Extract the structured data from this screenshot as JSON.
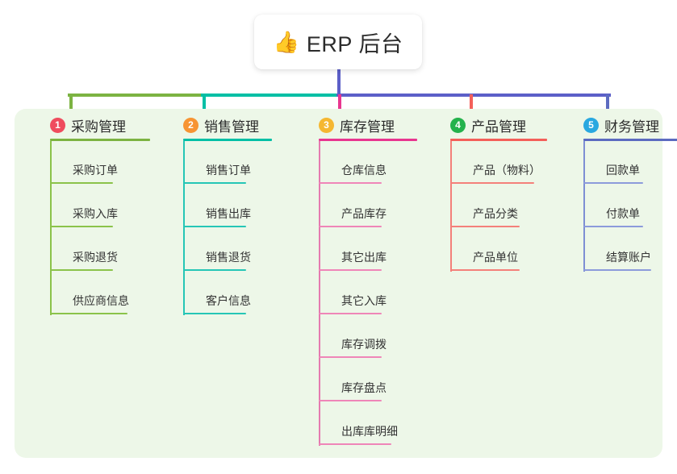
{
  "root": {
    "icon": "thumbs-up-icon",
    "icon_glyph": "👍",
    "title": "ERP 后台"
  },
  "palette": {
    "panel_bg": "#edf7e8",
    "page_bg": "#ffffff",
    "bus_green": "#7cb342",
    "bus_teal": "#00bfa5",
    "bus_blue": "#5c5fc8",
    "drop_green": "#7cb342",
    "drop_teal": "#00bfa5",
    "drop_pink": "#e8368f",
    "drop_red": "#f4605a",
    "drop_blue": "#5c6bc0",
    "root_stem": "#5c5fc8"
  },
  "columns": [
    {
      "number": "1",
      "title": "采购管理",
      "badge_color": "#ef4c5e",
      "rule_color": "#7cb342",
      "spine_color": "#8bc34a",
      "leaf_rule_color": "#8bc34a",
      "leaves": [
        {
          "label": "采购订单",
          "rule_width": 78
        },
        {
          "label": "采购入库",
          "rule_width": 78
        },
        {
          "label": "采购退货",
          "rule_width": 78
        },
        {
          "label": "供应商信息",
          "rule_width": 96
        }
      ]
    },
    {
      "number": "2",
      "title": "销售管理",
      "badge_color": "#f79433",
      "rule_color": "#00bfa5",
      "spine_color": "#26c6b6",
      "leaf_rule_color": "#26c6b6",
      "leaves": [
        {
          "label": "销售订单",
          "rule_width": 78
        },
        {
          "label": "销售出库",
          "rule_width": 78
        },
        {
          "label": "销售退货",
          "rule_width": 78
        },
        {
          "label": "客户信息",
          "rule_width": 78
        }
      ]
    },
    {
      "number": "3",
      "title": "库存管理",
      "badge_color": "#f5b731",
      "rule_color": "#e8368f",
      "spine_color": "#e57bb0",
      "leaf_rule_color": "#ef86b8",
      "leaves": [
        {
          "label": "仓库信息",
          "rule_width": 78
        },
        {
          "label": "产品库存",
          "rule_width": 78
        },
        {
          "label": "其它出库",
          "rule_width": 78
        },
        {
          "label": "其它入库",
          "rule_width": 78
        },
        {
          "label": "库存调拨",
          "rule_width": 78
        },
        {
          "label": "库存盘点",
          "rule_width": 78
        },
        {
          "label": "出库库明细",
          "rule_width": 90
        }
      ]
    },
    {
      "number": "4",
      "title": "产品管理",
      "badge_color": "#24b24c",
      "rule_color": "#f4605a",
      "spine_color": "#f4807a",
      "leaf_rule_color": "#f4807a",
      "leaves": [
        {
          "label": "产品（物料）",
          "rule_width": 104
        },
        {
          "label": "产品分类",
          "rule_width": 86
        },
        {
          "label": "产品单位",
          "rule_width": 86
        }
      ]
    },
    {
      "number": "5",
      "title": "财务管理",
      "badge_color": "#29a8e0",
      "rule_color": "#5c6bc0",
      "spine_color": "#7e8fd4",
      "leaf_rule_color": "#8c9bdb",
      "leaves": [
        {
          "label": "回款单",
          "rule_width": 74
        },
        {
          "label": "付款单",
          "rule_width": 74
        },
        {
          "label": "结算账户",
          "rule_width": 84
        }
      ]
    }
  ],
  "column_geometry": {
    "lefts": [
      22,
      187,
      355,
      518,
      683
    ],
    "head_rule_widths": [
      124,
      110,
      122,
      120,
      122
    ]
  }
}
